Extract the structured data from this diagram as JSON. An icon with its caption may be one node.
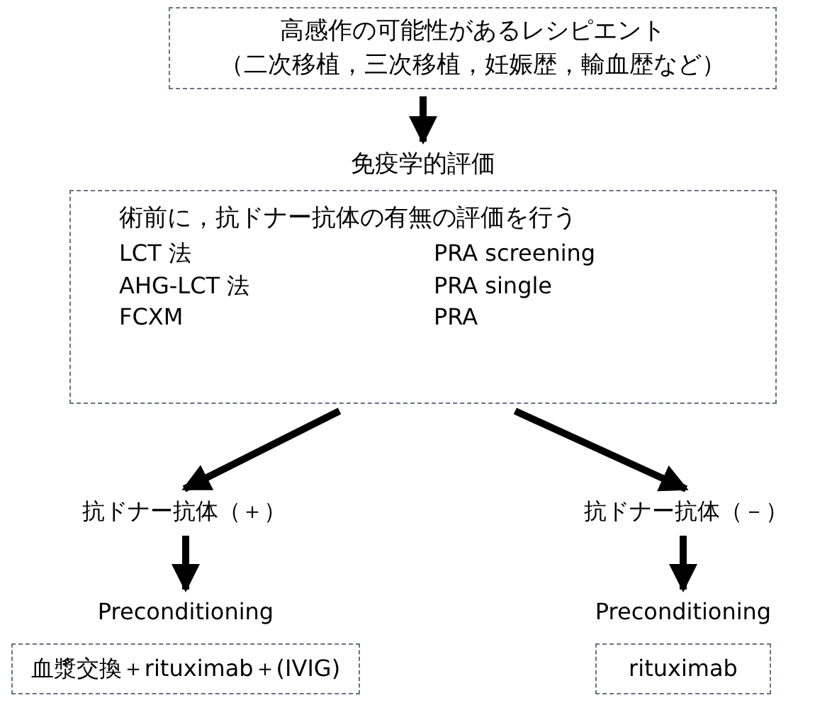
{
  "diagram": {
    "nodes": [
      {
        "text": [
          "高感作の可能性があるレシピエント",
          "（二次移植，三次移植，妊娠歴，輸血歴など）"
        ]
      },
      {
        "text": [
          "免疫学的評価",
          "術前に，抗ドナー抗体の有無の評価を行う",
          "LCT 法",
          "AHG-LCT 法",
          "FCXM",
          "PRA screening",
          "PRA single",
          "PRA"
        ]
      },
      {
        "text": [
          "抗ドナー抗体（＋）"
        ]
      },
      {
        "text": [
          "抗ドナー抗体（－）"
        ]
      },
      {
        "text": [
          "Preconditioning",
          "血漿交換＋rituximab＋(IVIG)"
        ]
      },
      {
        "text": [
          "Preconditioning",
          "rituximab"
        ]
      }
    ],
    "edges": [
      {
        "from": 0,
        "to": 1,
        "arrow": "to"
      },
      {
        "from": 1,
        "to": 2,
        "arrow": "to"
      },
      {
        "from": 1,
        "to": 3,
        "arrow": "to"
      },
      {
        "from": 2,
        "to": 4,
        "arrow": "to"
      },
      {
        "from": 3,
        "to": 5,
        "arrow": "to"
      }
    ]
  }
}
